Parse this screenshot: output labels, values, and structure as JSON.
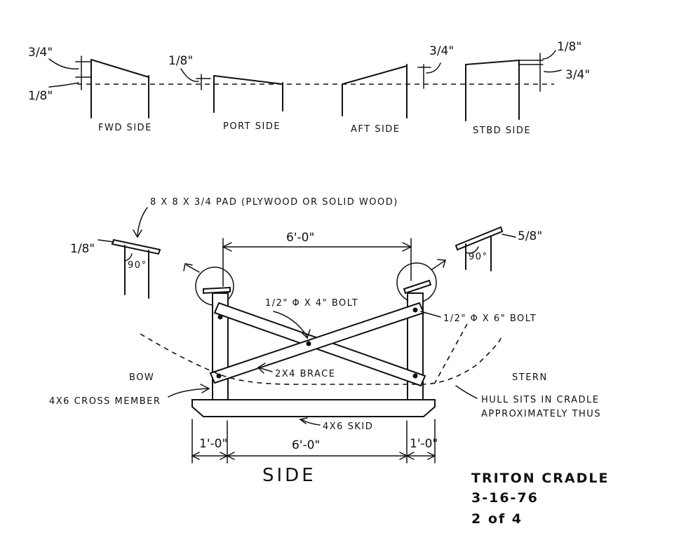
{
  "top_views": {
    "fwd_label": "FWD SIDE",
    "port_label": "PORT SIDE",
    "aft_label": "AFT SIDE",
    "stbd_label": "STBD SIDE",
    "dim_3_4_left": "3/4\"",
    "dim_1_8_left": "1/8\"",
    "dim_1_8_port": "1/8\"",
    "dim_3_4_aft": "3/4\"",
    "dim_1_8_stbd": "1/8\"",
    "dim_3_4_stbd": "3/4\""
  },
  "details": {
    "pad_note": "8 X 8 X 3/4 PAD (PLYWOOD OR SOLID WOOD)",
    "left_angle_dim": "1/8\"",
    "left_right_angle": "90°",
    "right_angle_dim": "5/8\"",
    "right_right_angle": "90°"
  },
  "side_view": {
    "width_dim": "6'-0\"",
    "bolt_center": "1/2\" Φ X 4\" BOLT",
    "bolt_side": "1/2\" Φ X 6\" BOLT",
    "brace": "2X4 BRACE",
    "bow": "BOW",
    "stern": "STERN",
    "cross_member": "4X6 CROSS MEMBER",
    "hull_note_line1": "HULL SITS IN CRADLE",
    "hull_note_line2": "APPROXIMATELY THUS",
    "skid": "4X6 SKID",
    "dim_left": "1'-0\"",
    "dim_mid": "6'-0\"",
    "dim_right": "1'-0\"",
    "view_title": "SIDE"
  },
  "title_block": {
    "name": "TRITON CRADLE",
    "date": "3-16-76",
    "sheet": "2 of 4"
  }
}
